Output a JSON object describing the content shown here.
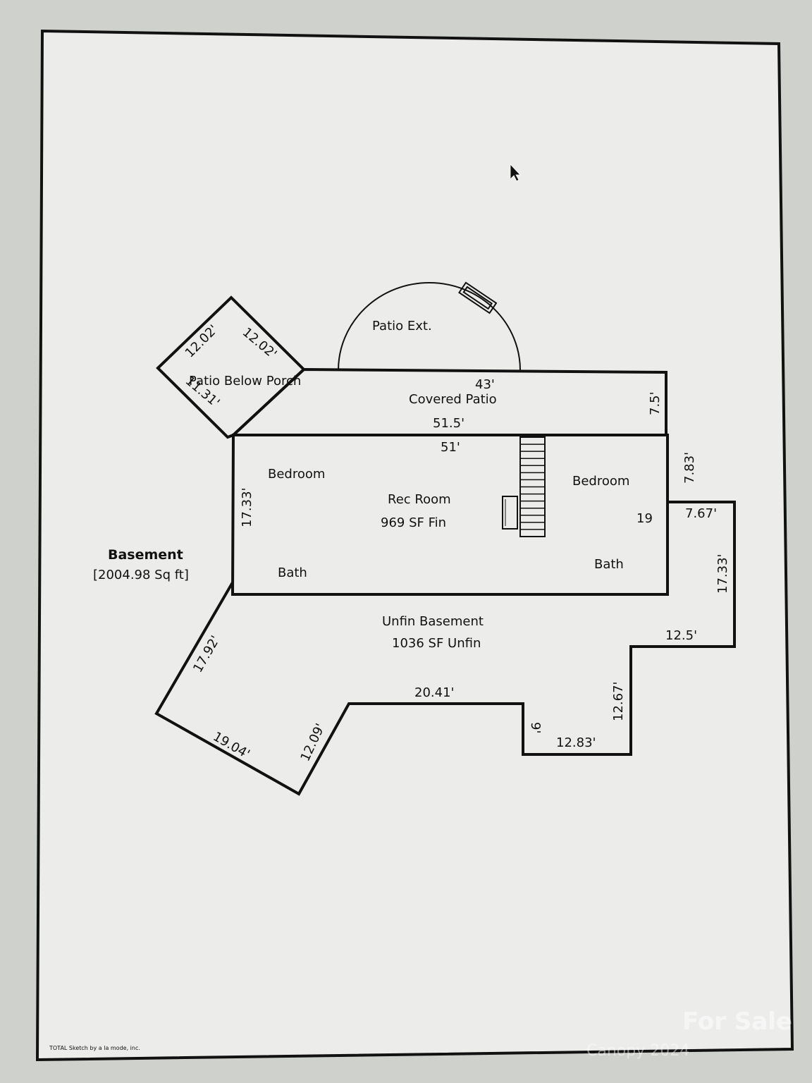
{
  "title": "Basement",
  "area": "[2004.98 Sq ft]",
  "rooms": {
    "patio_ext": "Patio Ext.",
    "patio_below_porch": "Patio Below Porch",
    "covered_patio": "Covered Patio",
    "bedroom_left": "Bedroom",
    "rec_room": "Rec Room",
    "rec_room_area": "969 SF Fin",
    "bedroom_right": "Bedroom",
    "bath_left": "Bath",
    "bath_right": "Bath",
    "unfin_basement": "Unfin Basement",
    "unfin_area": "1036 SF Unfin"
  },
  "dimensions": {
    "porch_left": "12.02'",
    "porch_right": "12.02'",
    "porch_bottom": "11.31'",
    "patio_top": "43'",
    "patio_side": "7.5'",
    "patio_bottom": "51.5'",
    "rec_top": "51'",
    "rec_left": "17.33'",
    "step_783": "7.83'",
    "step_767": "7.67'",
    "right_1733": "17.33'",
    "label_19": "19",
    "d_125": "12.5'",
    "d_1267": "12.67'",
    "d_1283": "12.83'",
    "d_9": "9'",
    "d_2041": "20.41'",
    "d_1209": "12.09'",
    "d_1904": "19.04'",
    "d_1792": "17.92'"
  },
  "credit": "TOTAL Sketch by a la mode, inc.",
  "watermark": {
    "line1": "For Sale",
    "line2": "Canopy 2024"
  }
}
